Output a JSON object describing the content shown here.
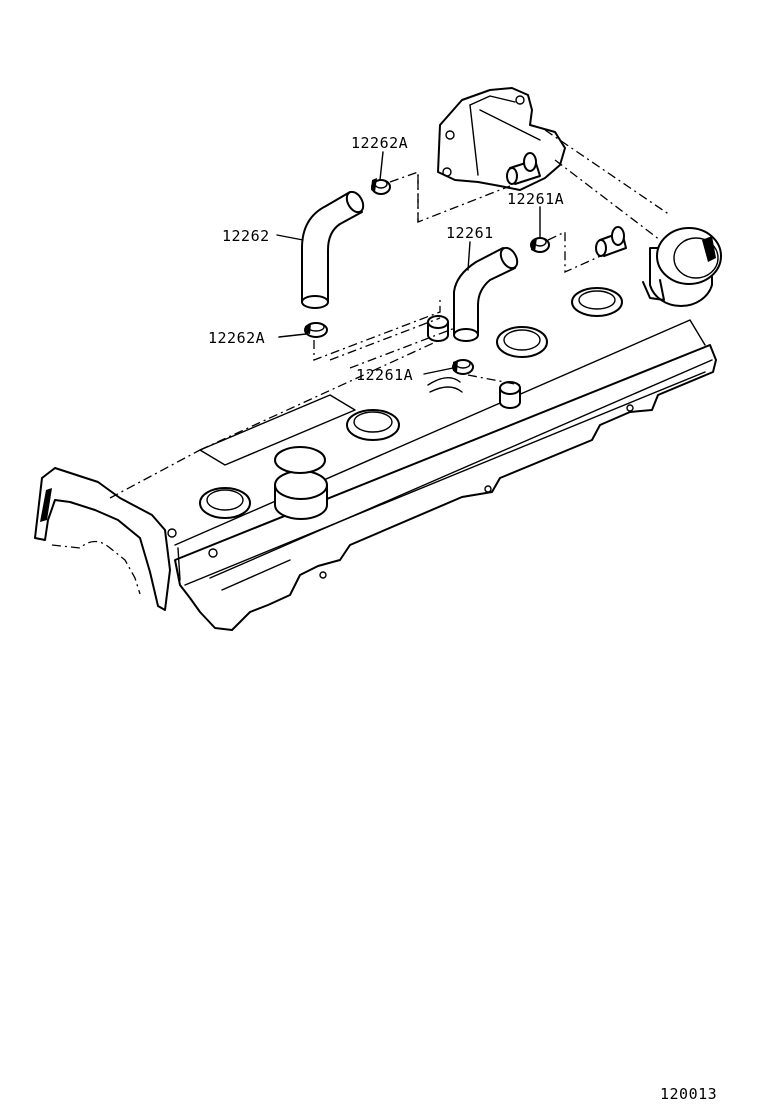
{
  "callouts": {
    "c1": "12262A",
    "c2": "12262",
    "c3": "12261A",
    "c4": "12261",
    "c5": "12262A",
    "c6": "12261A"
  },
  "diagram_id": "120013"
}
